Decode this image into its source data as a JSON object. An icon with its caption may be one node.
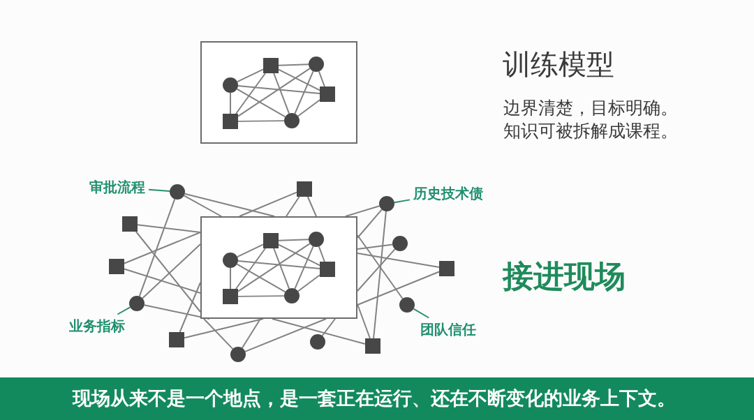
{
  "diagram": {
    "nodes": [
      {
        "text": [],
        "shape": "box"
      },
      {
        "text": [],
        "shape": "circle",
        "in": 0
      },
      {
        "text": [],
        "shape": "square",
        "in": 0
      },
      {
        "text": [],
        "shape": "square",
        "in": 0
      },
      {
        "text": [],
        "shape": "circle",
        "in": 0
      },
      {
        "text": [],
        "shape": "circle",
        "in": 0
      },
      {
        "text": [],
        "shape": "square",
        "in": 0
      },
      {
        "text": [],
        "shape": "box"
      },
      {
        "text": [],
        "shape": "circle",
        "in": 7
      },
      {
        "text": [],
        "shape": "square",
        "in": 7
      },
      {
        "text": [],
        "shape": "square",
        "in": 7
      },
      {
        "text": [],
        "shape": "circle",
        "in": 7
      },
      {
        "text": [],
        "shape": "circle",
        "in": 7
      },
      {
        "text": [],
        "shape": "square",
        "in": 7
      },
      {
        "text": [],
        "shape": "square"
      },
      {
        "text": [],
        "shape": "square"
      },
      {
        "text": [],
        "shape": "circle"
      },
      {
        "text": [],
        "shape": "circle"
      },
      {
        "text": [],
        "shape": "square"
      },
      {
        "text": [],
        "shape": "circle"
      },
      {
        "text": [],
        "shape": "square"
      },
      {
        "text": [],
        "shape": "circle"
      },
      {
        "text": [],
        "shape": "square"
      },
      {
        "text": [],
        "shape": "circle"
      },
      {
        "text": [],
        "shape": "circle"
      },
      {
        "text": [],
        "shape": "circle"
      },
      {
        "text": [],
        "shape": "square"
      },
      {
        "text": [
          "审批流程"
        ]
      },
      {
        "text": [
          "历史技术债"
        ]
      },
      {
        "text": [
          "业务指标"
        ]
      },
      {
        "text": [
          "团队信任"
        ]
      },
      {
        "text": [
          "现场从来不是一个地点，是一套正在运行、还在不断变化的业务上下文。"
        ]
      }
    ],
    "edges": [
      {
        "from": 1,
        "to": 2,
        "arrow": "none"
      },
      {
        "from": 1,
        "to": 3,
        "arrow": "none"
      },
      {
        "from": 1,
        "to": 4,
        "arrow": "none"
      },
      {
        "from": 1,
        "to": 6,
        "arrow": "none"
      },
      {
        "from": 2,
        "to": 3,
        "arrow": "none"
      },
      {
        "from": 2,
        "to": 4,
        "arrow": "none"
      },
      {
        "from": 2,
        "to": 5,
        "arrow": "none"
      },
      {
        "from": 3,
        "to": 4,
        "arrow": "none"
      },
      {
        "from": 3,
        "to": 5,
        "arrow": "none"
      },
      {
        "from": 3,
        "to": 6,
        "arrow": "none"
      },
      {
        "from": 4,
        "to": 5,
        "arrow": "none"
      },
      {
        "from": 4,
        "to": 6,
        "arrow": "none"
      },
      {
        "from": 5,
        "to": 6,
        "arrow": "none"
      },
      {
        "from": 8,
        "to": 9,
        "arrow": "none"
      },
      {
        "from": 8,
        "to": 10,
        "arrow": "none"
      },
      {
        "from": 8,
        "to": 11,
        "arrow": "none"
      },
      {
        "from": 8,
        "to": 13,
        "arrow": "none"
      },
      {
        "from": 9,
        "to": 10,
        "arrow": "none"
      },
      {
        "from": 9,
        "to": 11,
        "arrow": "none"
      },
      {
        "from": 9,
        "to": 12,
        "arrow": "none"
      },
      {
        "from": 10,
        "to": 11,
        "arrow": "none"
      },
      {
        "from": 10,
        "to": 12,
        "arrow": "none"
      },
      {
        "from": 10,
        "to": 13,
        "arrow": "none"
      },
      {
        "from": 11,
        "to": 12,
        "arrow": "none"
      },
      {
        "from": 11,
        "to": 13,
        "arrow": "none"
      },
      {
        "from": 12,
        "to": 13,
        "arrow": "none"
      },
      {
        "from": 17,
        "to": 16,
        "arrow": "none"
      },
      {
        "from": 17,
        "to": 7,
        "arrow": "none"
      },
      {
        "from": 17,
        "to": 7,
        "arrow": "none"
      },
      {
        "from": 20,
        "to": 7,
        "arrow": "none"
      },
      {
        "from": 20,
        "to": 7,
        "arrow": "none"
      },
      {
        "from": 20,
        "to": 7,
        "arrow": "none"
      },
      {
        "from": 23,
        "to": 7,
        "arrow": "none"
      },
      {
        "from": 23,
        "to": 7,
        "arrow": "none"
      },
      {
        "from": 23,
        "to": 22,
        "arrow": "none"
      },
      {
        "from": 24,
        "to": 7,
        "arrow": "none"
      },
      {
        "from": 24,
        "to": 7,
        "arrow": "none"
      },
      {
        "from": 25,
        "to": 7,
        "arrow": "none"
      },
      {
        "from": 26,
        "to": 7,
        "arrow": "none"
      },
      {
        "from": 26,
        "to": 7,
        "arrow": "none"
      },
      {
        "from": 15,
        "to": 7,
        "arrow": "none"
      },
      {
        "from": 15,
        "to": 7,
        "arrow": "none"
      },
      {
        "from": 14,
        "to": 7,
        "arrow": "none"
      },
      {
        "from": 14,
        "to": 7,
        "arrow": "none"
      },
      {
        "from": 16,
        "to": 7,
        "arrow": "none"
      },
      {
        "from": 16,
        "to": 7,
        "arrow": "none"
      },
      {
        "from": 18,
        "to": 7,
        "arrow": "none"
      },
      {
        "from": 18,
        "to": 7,
        "arrow": "none"
      },
      {
        "from": 19,
        "to": 7,
        "arrow": "none"
      },
      {
        "from": 19,
        "to": 7,
        "arrow": "none"
      },
      {
        "from": 19,
        "to": 7,
        "arrow": "none"
      },
      {
        "from": 21,
        "to": 7,
        "arrow": "none"
      },
      {
        "from": 22,
        "to": 7,
        "arrow": "none"
      },
      {
        "from": 22,
        "to": 7,
        "arrow": "none"
      },
      {
        "from": 27,
        "to": 17,
        "arrow": "none",
        "color": "#2a8c6c"
      },
      {
        "from": 28,
        "to": 23,
        "arrow": "none",
        "color": "#2a8c6c"
      },
      {
        "from": 29,
        "to": 16,
        "arrow": "none",
        "color": "#2a8c6c"
      },
      {
        "from": 30,
        "to": 25,
        "arrow": "none",
        "color": "#2a8c6c"
      }
    ],
    "labels": [
      "训练模型",
      "边界清楚，目标明确。知识可被拆解成课程。",
      "接进现场"
    ]
  }
}
